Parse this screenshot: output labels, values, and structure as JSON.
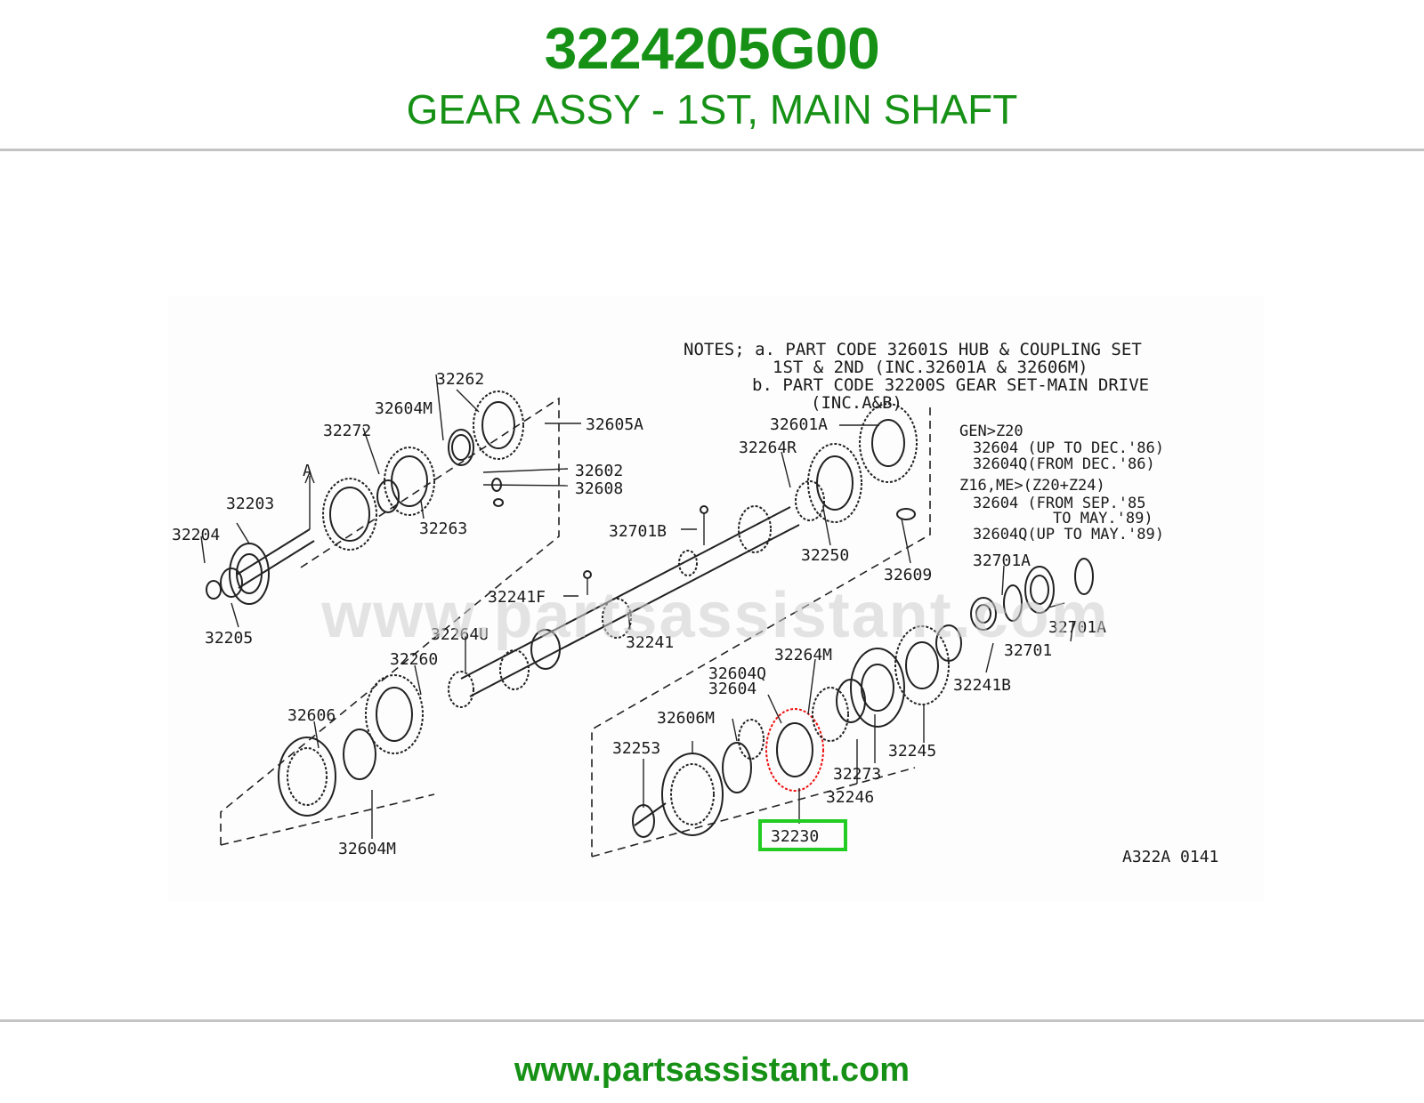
{
  "header": {
    "part_number": "3224205G00",
    "description": "GEAR ASSY - 1ST, MAIN SHAFT"
  },
  "colors": {
    "brand_green": "#169116",
    "highlight_green": "#22cc22",
    "rule_gray": "#c4c4c4"
  },
  "diagram": {
    "notes": [
      "NOTES; a. PART CODE 32601S HUB & COUPLING SET",
      "1ST & 2ND (INC.32601A & 32606M)",
      "b. PART CODE 32200S GEAR SET-MAIN DRIVE",
      "(INC.A&B)"
    ],
    "variants": [
      "GEN>Z20",
      "32604 (UP TO DEC.'86)",
      "32604Q(FROM DEC.'86)",
      "Z16,ME>(Z20+Z24)",
      "32604 (FROM SEP.'85",
      "TO MAY.'89)",
      "32604Q(UP TO MAY.'89)"
    ],
    "labels": {
      "p32262": "32262",
      "p32604M_top": "32604M",
      "p32605A": "32605A",
      "p32272": "32272",
      "p32602": "32602",
      "p32608": "32608",
      "p32263": "32263",
      "p32203": "32203",
      "p32204": "32204",
      "p32205": "32205",
      "p32601A": "32601A",
      "p32264R": "32264R",
      "p32701B": "32701B",
      "p32250": "32250",
      "p32609": "32609",
      "p32241F": "32241F",
      "p32241": "32241",
      "p32264U": "32264U",
      "p32260": "32260",
      "p32606": "32606",
      "p32604M_bottom": "32604M",
      "p32701A_1": "32701A",
      "p32701A_2": "32701A",
      "p32701": "32701",
      "p32241B": "32241B",
      "p32264M": "32264M",
      "p32604Q": "32604Q",
      "p32604": "32604",
      "p32606M": "32606M",
      "p32253": "32253",
      "p32245": "32245",
      "p32273": "32273",
      "p32246": "32246",
      "p32230": "32230",
      "letter_a": "A"
    },
    "figure_code": "A322A 0141",
    "highlighted_part": "32230"
  },
  "watermark": "www.partsassistant.com",
  "footer": {
    "link": "www.partsassistant.com"
  }
}
